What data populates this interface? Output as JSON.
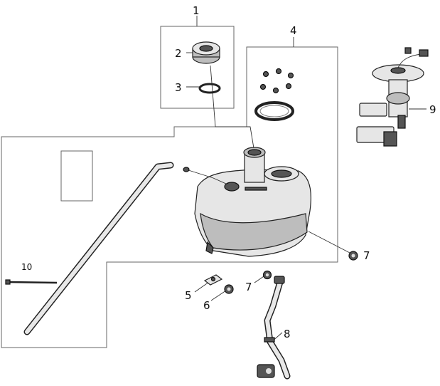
{
  "callouts": [
    {
      "id": "c1",
      "label": "1"
    },
    {
      "id": "c2",
      "label": "2"
    },
    {
      "id": "c3",
      "label": "3"
    },
    {
      "id": "c4",
      "label": "4"
    },
    {
      "id": "c5",
      "label": "5"
    },
    {
      "id": "c6",
      "label": "6"
    },
    {
      "id": "c7a",
      "label": "7"
    },
    {
      "id": "c7b",
      "label": "7"
    },
    {
      "id": "c8",
      "label": "8"
    },
    {
      "id": "c9",
      "label": "9"
    },
    {
      "id": "c10",
      "label": "10"
    }
  ],
  "colors": {
    "line": "#222222",
    "frame": "#666666",
    "part_fill": "#e6e6e6",
    "part_dark": "#555555"
  }
}
